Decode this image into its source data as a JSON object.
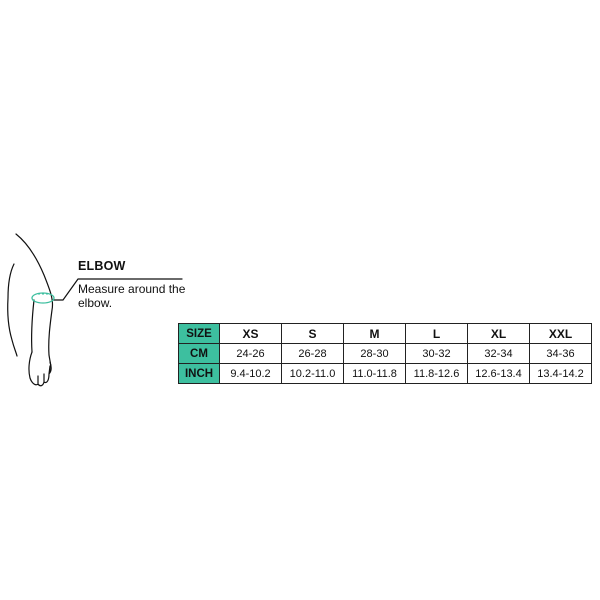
{
  "callout": {
    "title": "ELBOW",
    "description": "Measure around the elbow."
  },
  "colors": {
    "accent": "#3dbf9f",
    "border": "#222222"
  },
  "table": {
    "rows": [
      {
        "header": "SIZE",
        "cells": [
          "XS",
          "S",
          "M",
          "L",
          "XL",
          "XXL"
        ]
      },
      {
        "header": "CM",
        "cells": [
          "24-26",
          "26-28",
          "28-30",
          "30-32",
          "32-34",
          "34-36"
        ]
      },
      {
        "header": "INCH",
        "cells": [
          "9.4-10.2",
          "10.2-11.0",
          "11.0-11.8",
          "11.8-12.6",
          "12.6-13.4",
          "13.4-14.2"
        ]
      }
    ]
  }
}
